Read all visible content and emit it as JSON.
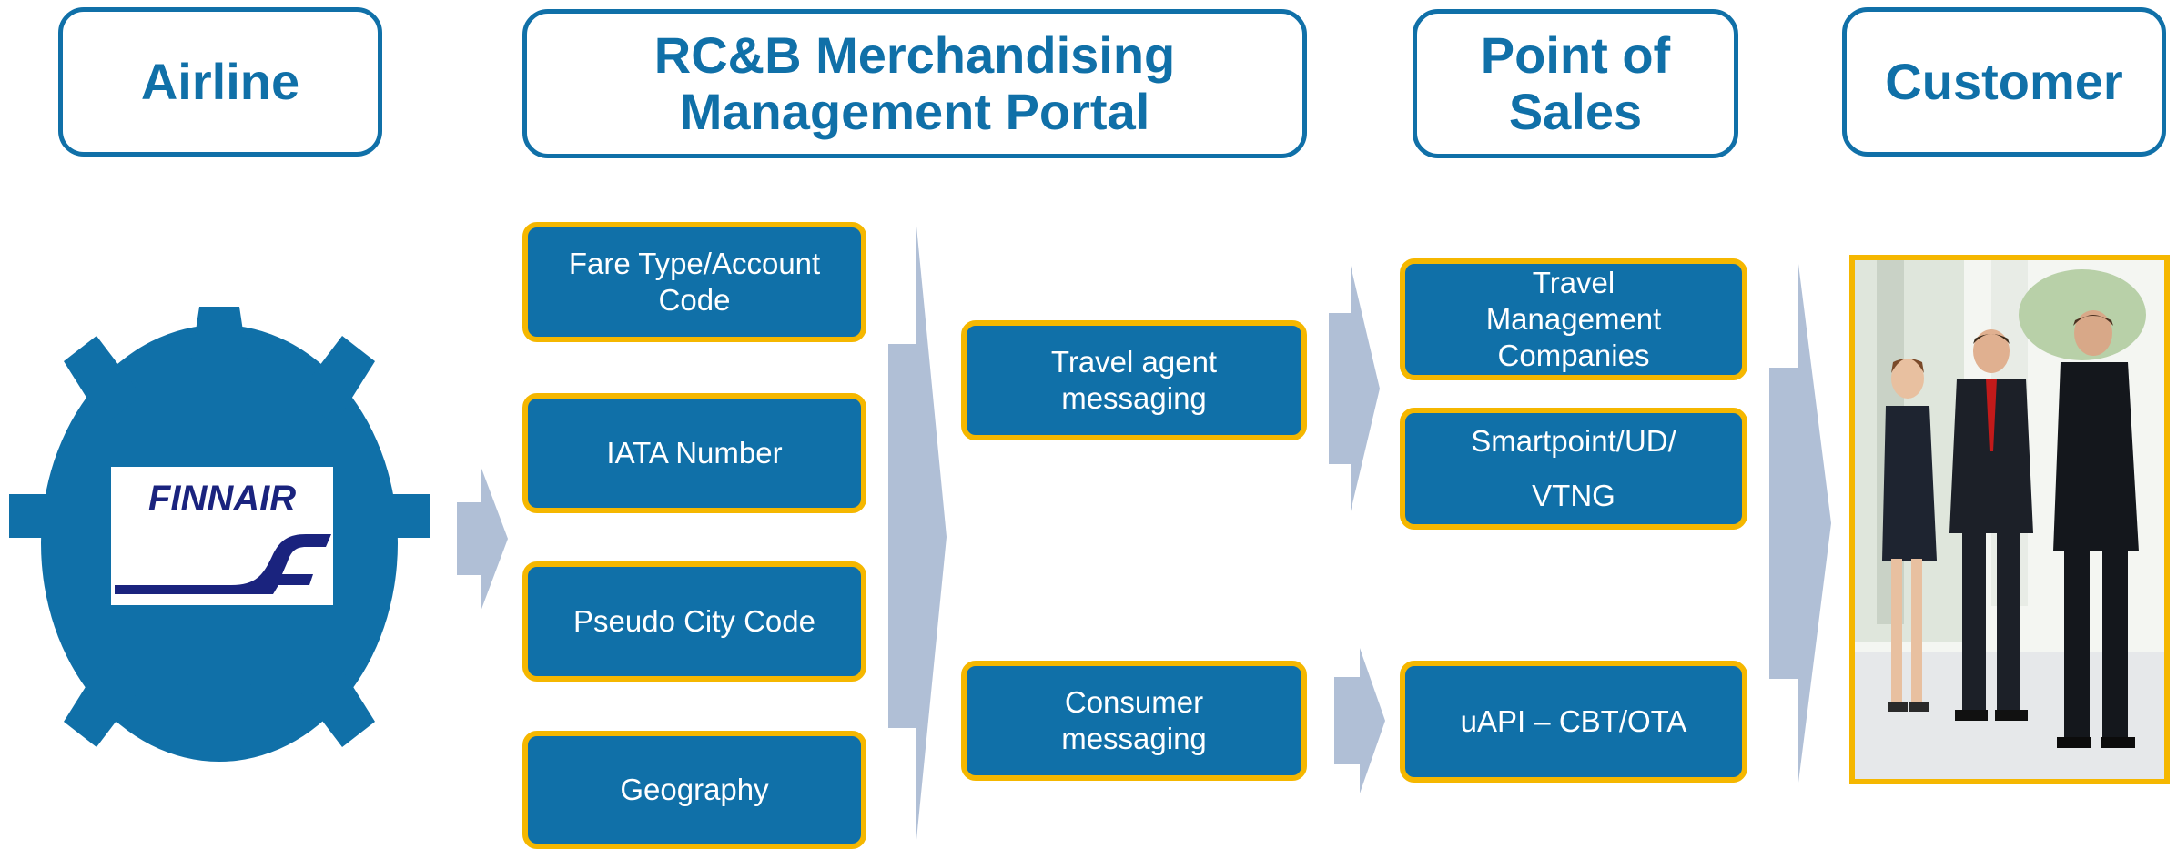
{
  "headers": {
    "airline": "Airline",
    "portal": [
      "RC&B Merchandising",
      "Management Portal"
    ],
    "pos": [
      "Point of",
      "Sales"
    ],
    "customer": "Customer"
  },
  "criteria": {
    "fare_type": [
      "Fare Type/Account",
      "Code"
    ],
    "iata": "IATA Number",
    "pcc": "Pseudo City Code",
    "geography": "Geography"
  },
  "messaging": {
    "travel_agent": [
      "Travel agent",
      "messaging"
    ],
    "consumer": [
      "Consumer",
      "messaging"
    ]
  },
  "channels": {
    "tmc": [
      "Travel",
      "Management",
      "Companies"
    ],
    "smartpoint": [
      "Smartpoint/UD/",
      "VTNG"
    ],
    "uapi": "uAPI – CBT/OTA"
  },
  "logo": {
    "brand": "FINNAIR",
    "brand_color": "#1a237e"
  },
  "colors": {
    "primary": "#1070a8",
    "accent": "#f5b700",
    "arrow": "#b0bfd6"
  }
}
